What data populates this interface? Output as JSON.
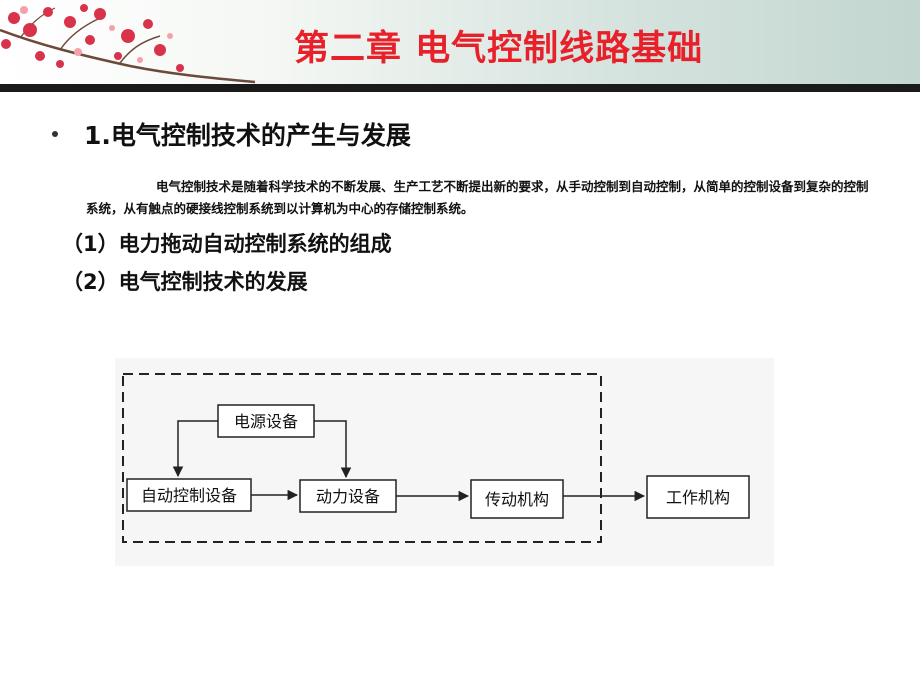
{
  "slide": {
    "title": "第二章 电气控制线路基础",
    "heading": "1.电气控制技术的产生与发展",
    "paragraph": "电气控制技术是随着科学技术的不断发展、生产工艺不断提出新的要求，从手动控制到自动控制，从简单的控制设备到复杂的控制系统，从有触点的硬接线控制系统到以计算机为中心的存储控制系统。",
    "items": [
      "（1）电力拖动自动控制系统的组成",
      "（2）电气控制技术的发展"
    ]
  },
  "diagram": {
    "boxes": {
      "power": "电源设备",
      "auto_control": "自动控制设备",
      "power_equipment": "动力设备",
      "transmission": "传动机构",
      "working": "工作机构"
    }
  },
  "colors": {
    "title": "#e8202a",
    "header_line": "#1a1a1a",
    "blossom": "#d8334a"
  }
}
